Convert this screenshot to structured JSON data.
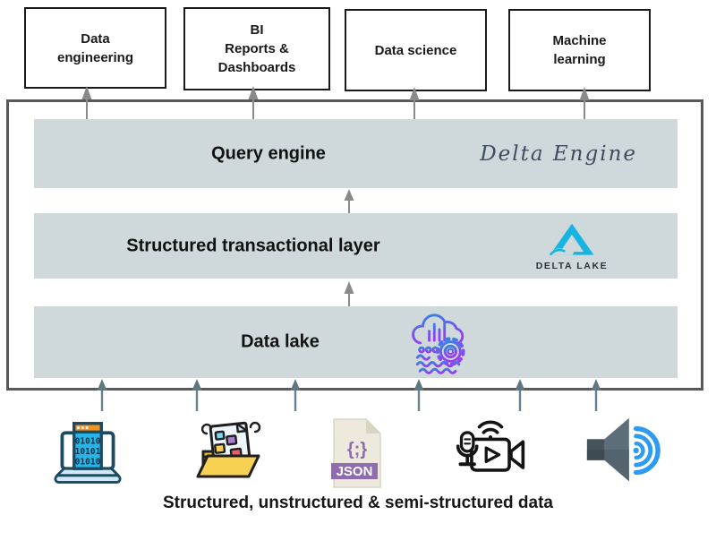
{
  "top_boxes": [
    {
      "label": "Data\nengineering"
    },
    {
      "label": "BI\nReports &\nDashboards"
    },
    {
      "label": "Data science"
    },
    {
      "label": "Machine\nlearning"
    }
  ],
  "layers": {
    "query_engine": {
      "title": "Query engine",
      "brand": "Delta Engine"
    },
    "structured": {
      "title": "Structured transactional layer",
      "logo_label": "DELTA LAKE"
    },
    "data_lake": {
      "title": "Data lake"
    }
  },
  "caption": "Structured, unstructured & semi-structured data",
  "laptop_icon": {
    "binary_lines": [
      "01010",
      "10101",
      "01010"
    ]
  },
  "json_icon": {
    "braces": "{;}",
    "label": "JSON"
  },
  "icons": {
    "bottom_row": [
      "laptop-binary-icon",
      "unstructured-files-icon",
      "json-file-icon",
      "audio-video-icon",
      "speaker-audio-icon"
    ],
    "data_lake_icon": "data-lake-cloud-gear-icon",
    "structured_layer_icon": "delta-lake-logo-icon"
  },
  "colors": {
    "layer_bar_fill": "#cfd8db",
    "outer_border": "#58595b",
    "box_border": "#1a1a1a",
    "arrow_gray": "#8a8a8a",
    "arrow_teal": "#68828c",
    "delta_cyan": "#17b4e2",
    "delta_lake_text": "#2d3338",
    "delta_engine_text": "#3e4b61",
    "icon_gradient_blue": "#2f86e8",
    "icon_gradient_purple": "#9b3df0",
    "json_purple": "#8f6bb0",
    "folder_yellow": "#f7d152",
    "laptop_cyan": "#2ab3e6",
    "laptop_orange": "#f5921e",
    "speaker_slate": "#5c6e79",
    "sound_wave_blue": "#2f9bef"
  }
}
